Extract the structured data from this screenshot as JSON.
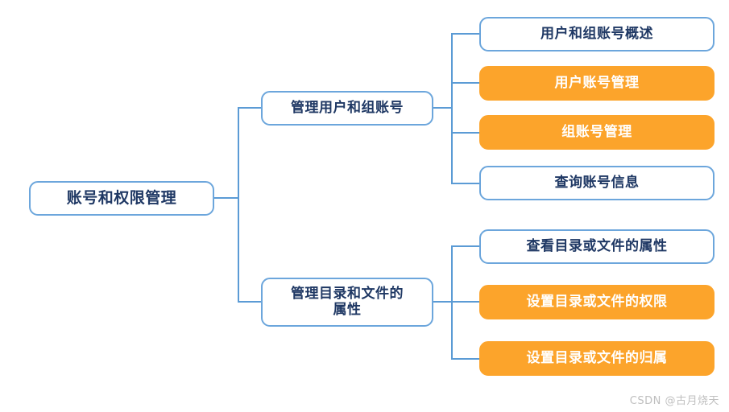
{
  "diagram": {
    "type": "mind-map",
    "orientation": "left-to-right",
    "root": {
      "label": "账号和权限管理",
      "style": "white",
      "text_color": "#1F3864",
      "border_color": "#6CA6DC"
    },
    "branches": [
      {
        "label": "管理用户和组账号",
        "style": "white",
        "children": [
          {
            "label": "用户和组账号概述",
            "style": "white"
          },
          {
            "label": "用户账号管理",
            "style": "orange"
          },
          {
            "label": "组账号管理",
            "style": "orange"
          },
          {
            "label": "查询账号信息",
            "style": "white"
          }
        ]
      },
      {
        "label": "管理目录和文件的\n属性",
        "style": "white",
        "children": [
          {
            "label": "查看目录或文件的属性",
            "style": "white"
          },
          {
            "label": "设置目录或文件的权限",
            "style": "orange"
          },
          {
            "label": "设置目录或文件的归属",
            "style": "orange"
          }
        ]
      }
    ]
  },
  "colors": {
    "accent_orange": "#FCA42B",
    "node_border_blue": "#6CA6DC",
    "connector_blue": "#5B9BD5",
    "text_navy": "#1F3864",
    "highlight_text": "#FFFFFF",
    "background": "#FFFFFF",
    "watermark": "#BFBFBF"
  },
  "watermark": {
    "text": "CSDN @古月烧天"
  }
}
